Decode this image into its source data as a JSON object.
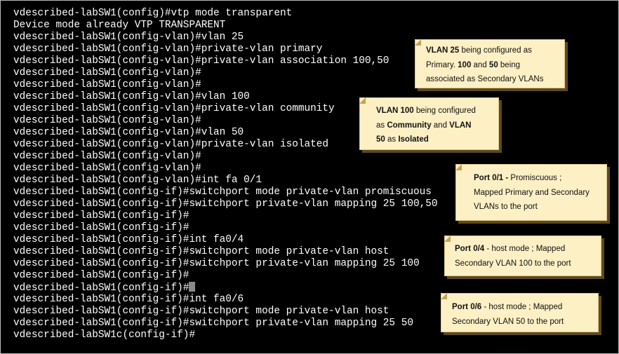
{
  "terminal": {
    "lines": [
      "vdescribed-labSW1(config)#vtp mode transparent",
      "Device mode already VTP TRANSPARENT",
      "vdescribed-labSW1(config-vlan)#vlan 25",
      "vdescribed-labSW1(config-vlan)#private-vlan primary",
      "vdescribed-labSW1(config-vlan)#private-vlan association 100,50",
      "vdescribed-labSW1(config-vlan)#",
      "vdescribed-labSW1(config-vlan)#",
      "vdescribed-labSW1(config-vlan)#vlan 100",
      "vdescribed-labSW1(config-vlan)#private-vlan community",
      "vdescribed-labSW1(config-vlan)#",
      "vdescribed-labSW1(config-vlan)#vlan 50",
      "vdescribed-labSW1(config-vlan)#private-vlan isolated",
      "vdescribed-labSW1(config-vlan)#",
      "vdescribed-labSW1(config-vlan)#",
      "vdescribed-labSW1(config-vlan)#int fa 0/1",
      "vdescribed-labSW1(config-if)#switchport mode private-vlan promiscuous",
      "vdescribed-labSW1(config-if)#switchport private-vlan mapping 25 100,50",
      "vdescribed-labSW1(config-if)#",
      "vdescribed-labSW1(config-if)#",
      "vdescribed-labSW1(config-if)#int fa0/4",
      "vdescribed-labSW1(config-if)#switchport mode private-vlan host",
      "vdescribed-labSW1(config-if)#switchport private-vlan mapping 25 100",
      "vdescribed-labSW1(config-if)#",
      "vdescribed-labSW1(config-if)#",
      "vdescribed-labSW1(config-if)#int fa0/6",
      "vdescribed-labSW1(config-if)#switchport mode private-vlan host",
      "vdescribed-labSW1(config-if)#switchport private-vlan mapping 25 50",
      "vdescribed-labSW1c(config-if)#"
    ],
    "cursor_line_index": 23
  },
  "callouts": [
    {
      "rows": [
        [
          {
            "t": "VLAN 25",
            "b": true
          },
          {
            "t": " being configured as",
            "b": false
          }
        ],
        [
          {
            "t": "Primary. ",
            "b": false
          },
          {
            "t": "100",
            "b": true
          },
          {
            "t": " and ",
            "b": false
          },
          {
            "t": "50",
            "b": true
          },
          {
            "t": " being",
            "b": false
          }
        ],
        [
          {
            "t": "associated as Secondary VLANs",
            "b": false
          }
        ]
      ]
    },
    {
      "rows": [
        [
          {
            "t": "VLAN 100",
            "b": true
          },
          {
            "t": " being configured",
            "b": false
          }
        ],
        [
          {
            "t": "as ",
            "b": false
          },
          {
            "t": "Community",
            "b": true
          },
          {
            "t": " and ",
            "b": false
          },
          {
            "t": "VLAN",
            "b": true
          }
        ],
        [
          {
            "t": "50",
            "b": true
          },
          {
            "t": " as ",
            "b": false
          },
          {
            "t": "Isolated",
            "b": true
          }
        ]
      ]
    },
    {
      "rows": [
        [
          {
            "t": "Port 0/1 -",
            "b": true
          },
          {
            "t": " Promiscuous ;",
            "b": false
          }
        ],
        [
          {
            "t": "Mapped Primary and Secondary",
            "b": false
          }
        ],
        [
          {
            "t": "VLANs to the port",
            "b": false
          }
        ]
      ]
    },
    {
      "rows": [
        [
          {
            "t": "Port 0/4",
            "b": true
          },
          {
            "t": " - host mode ; Mapped",
            "b": false
          }
        ],
        [
          {
            "t": "Secondary VLAN 100 to the port",
            "b": false
          }
        ]
      ]
    },
    {
      "rows": [
        [
          {
            "t": "Port 0/6",
            "b": true
          },
          {
            "t": " - host mode ; Mapped",
            "b": false
          }
        ],
        [
          {
            "t": "Secondary VLAN 50 to the port",
            "b": false
          }
        ]
      ]
    }
  ]
}
